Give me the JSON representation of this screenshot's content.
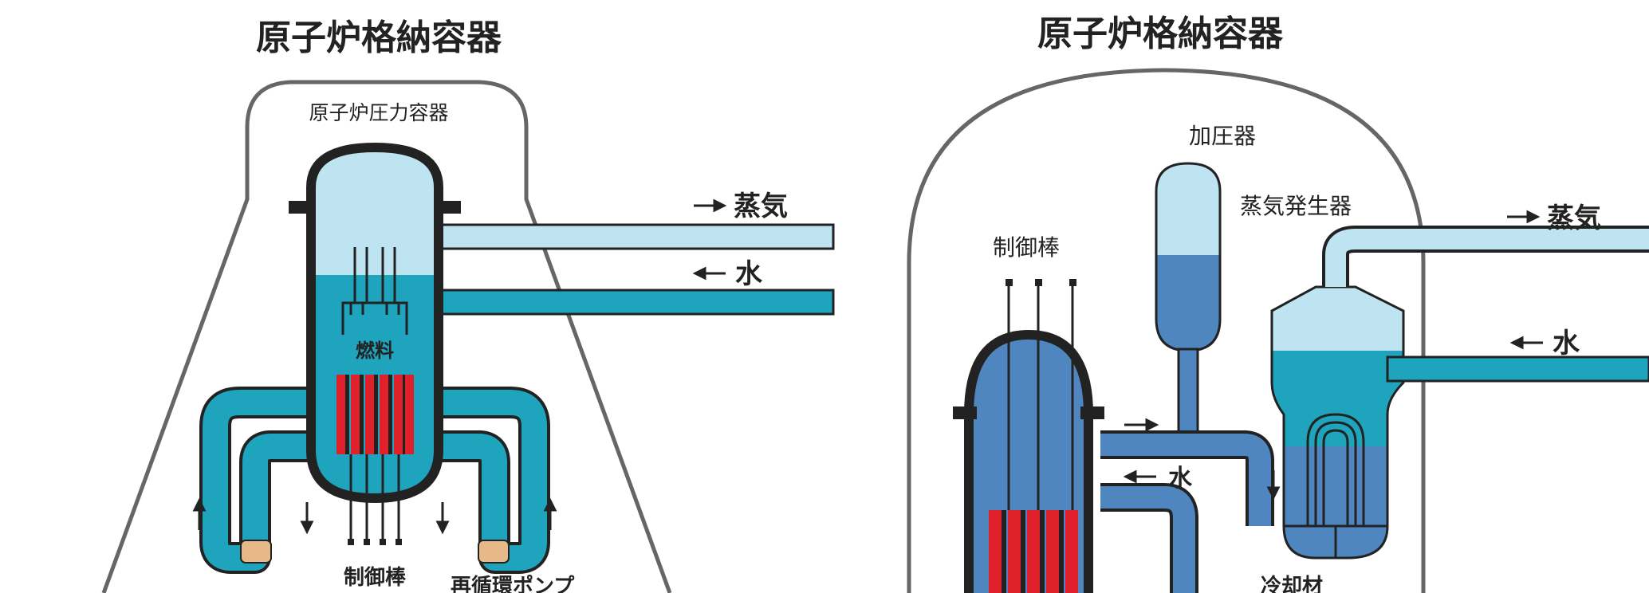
{
  "bwr": {
    "title": "原子炉格納容器",
    "vessel_label": "原子炉圧力容器",
    "steam_label": "蒸気",
    "water_label": "水",
    "fuel_label": "燃料",
    "rods_label": "制御棒",
    "pump_label": "再循環ポンプ"
  },
  "pwr": {
    "title": "原子炉格納容器",
    "pressurizer_label": "加圧器",
    "sg_label": "蒸気発生器",
    "rods_label": "制御棒",
    "steam_label": "蒸気",
    "water_label": "水",
    "loop_water_label": "水",
    "pump_label": "冷却材"
  },
  "colors": {
    "water": "#1fa4bd",
    "steam": "#bfe4f1",
    "pwr_water": "#4f86c0",
    "fuel": "#e0202a",
    "pump": "#e7b888",
    "outline": "#222222"
  }
}
